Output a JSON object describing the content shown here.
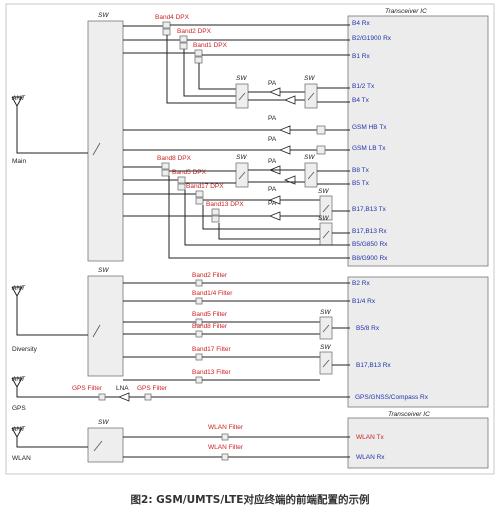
{
  "colors": {
    "line": "#222222",
    "box": "#eeeeee",
    "red": "#cc2222",
    "blue": "#2233aa",
    "frame": "#c8c8c8"
  },
  "sw_labels": [
    "SW",
    "SW",
    "SW",
    "SW",
    "SW",
    "SW",
    "SW",
    "SW",
    "SW",
    "SW",
    "SW"
  ],
  "transceiver_top": "Transceiver IC",
  "transceiver_bottom": "Transceiver IC",
  "ant": [
    "ANT",
    "ANT",
    "ANT",
    "ANT"
  ],
  "ant_groups": [
    "Main",
    "Diversity",
    "GPS",
    "WLAN"
  ],
  "dpx": [
    "Band4 DPX",
    "Band2 DPX",
    "Band1 DPX",
    "Band8 DPX",
    "Band5 DPX",
    "Band17 DPX",
    "Band13 DPX"
  ],
  "pa": [
    "PA",
    "PA",
    "PA",
    "PA",
    "PA",
    "PA"
  ],
  "main_ports": [
    "B4 Rx",
    "B2/G1900 Rx",
    "B1 Rx",
    "B1/2 Tx",
    "B4 Tx",
    "GSM HB Tx",
    "GSM LB Tx",
    "B8 Tx",
    "B5 Tx",
    "B17,B13 Tx",
    "B17,B13 Rx",
    "B5/G850 Rx",
    "B8/G900 Rx"
  ],
  "div_filters": [
    "Band2 Filter",
    "Band1/4 Filter",
    "Band5 Filter",
    "Band8 Filter",
    "Band17 Filter",
    "Band13 Filter"
  ],
  "div_ports": [
    "B2 Rx",
    "B1/4 Rx",
    "B5/8 Rx",
    "B17,B13 Rx"
  ],
  "gps": {
    "filter1": "GPS Filter",
    "lna": "LNA",
    "filter2": "GPS Filter",
    "port": "GPS/GNSS/Compass Rx"
  },
  "wlan": {
    "filter1": "WLAN Filter",
    "filter2": "WLAN Filter",
    "port_tx": "WLAN Tx",
    "port_rx": "WLAN Rx"
  },
  "caption": "图2: GSM/UMTS/LTE对应终端的前端配置的示例"
}
